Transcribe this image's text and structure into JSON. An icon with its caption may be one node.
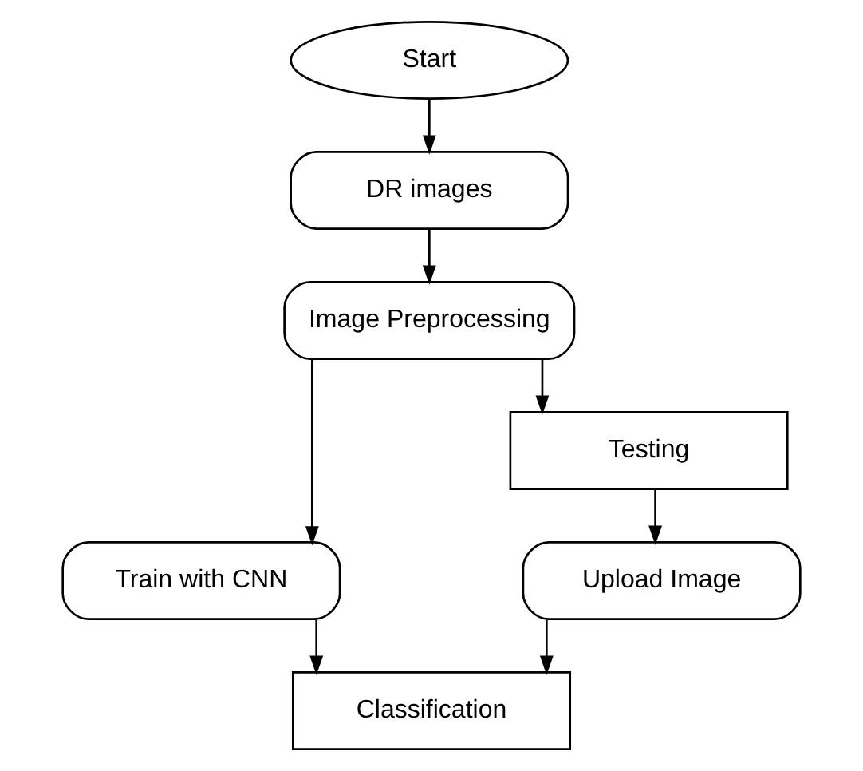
{
  "diagram": {
    "nodes": [
      {
        "text": [
          "Start"
        ]
      },
      {
        "text": [
          "DR images"
        ]
      },
      {
        "text": [
          "Image Preprocessing"
        ]
      },
      {
        "text": [
          "Train with CNN"
        ]
      },
      {
        "text": [
          "Testing"
        ]
      },
      {
        "text": [
          "Upload Image"
        ]
      },
      {
        "text": [
          "Classification"
        ]
      }
    ],
    "edges": [
      {
        "from": 0,
        "to": 1,
        "arrow": "to"
      },
      {
        "from": 1,
        "to": 2,
        "arrow": "to"
      },
      {
        "from": 2,
        "to": 3,
        "arrow": "to"
      },
      {
        "from": 2,
        "to": 4,
        "arrow": "to"
      },
      {
        "from": 4,
        "to": 5,
        "arrow": "to"
      },
      {
        "from": 5,
        "to": 6,
        "arrow": "to"
      },
      {
        "from": 3,
        "to": 6,
        "arrow": "to"
      }
    ]
  }
}
